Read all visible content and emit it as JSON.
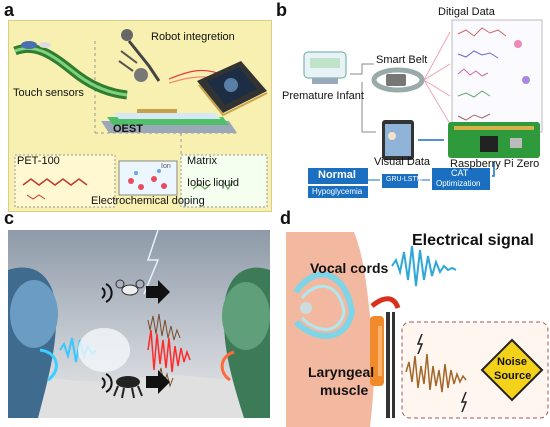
{
  "panels": {
    "a": {
      "label": "a",
      "robot_integration": "Robot integretion",
      "touch_sensors": "Touch sensors",
      "oest": "OEST",
      "pet100": "PET-100",
      "matrix": "Matrix",
      "ionic_liquid": "Iobic liquid",
      "ion_tag": "Ion",
      "electrochemical_doping": "Electrochemical doping",
      "background_color": "#f7f0b0"
    },
    "b": {
      "label": "b",
      "digital_data": "Ditigal Data",
      "smart_belt": "Smart Belt",
      "premature_infant": "Premature Infant",
      "visual_data": "Visual Data",
      "raspberry": "Raspberry Pi Zero",
      "normal": "Normal",
      "hypoglycemia": "Hypoglycemia",
      "gru_lstm": "GRU-LSTM",
      "cat_line1": "CAT",
      "cat_line2": "Optimization",
      "accent_color": "#1a6fc0"
    },
    "c": {
      "label": "c"
    },
    "d": {
      "label": "d",
      "electrical_signal": "Electrical signal",
      "vocal_cords": "Vocal cords",
      "laryngeal_line1": "Laryngeal",
      "laryngeal_line2": "muscle",
      "noise_line1": "Noise",
      "noise_line2": "Source",
      "sign_color": "#f5d21a"
    }
  }
}
